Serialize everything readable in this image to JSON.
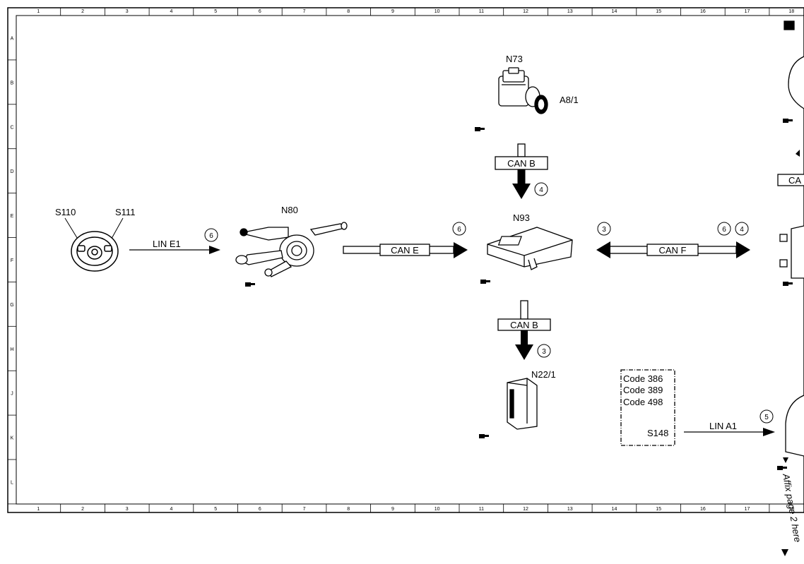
{
  "frame": {
    "columns": [
      "1",
      "2",
      "3",
      "4",
      "5",
      "6",
      "7",
      "8",
      "9",
      "10",
      "11",
      "12",
      "13",
      "14",
      "15",
      "16",
      "17",
      "18"
    ],
    "rows": [
      "A",
      "B",
      "C",
      "D",
      "E",
      "F",
      "G",
      "H",
      "J",
      "K",
      "L"
    ]
  },
  "components": {
    "n73": "N73",
    "a81": "A8/1",
    "n93": "N93",
    "n80": "N80",
    "s110": "S110",
    "s111": "S111",
    "n221": "N22/1",
    "s148": "S148"
  },
  "buses": {
    "can_b_top": "CAN B",
    "can_b_bottom": "CAN B",
    "can_e": "CAN E",
    "can_f": "CAN F",
    "lin_e1": "LIN E1",
    "lin_a1": "LIN A1",
    "ca_partial": "CA"
  },
  "markers": {
    "m_canb_top": "4",
    "m_canb_bottom": "3",
    "m_can_e": "6",
    "m_lin_e1": "6",
    "m_can_f_left": "3",
    "m_can_f_r1": "6",
    "m_can_f_r2": "4",
    "m_lin_a1": "5"
  },
  "codes": [
    "Code 386",
    "Code 389",
    "Code 498"
  ],
  "vertical_note": "Affix page 2 here"
}
